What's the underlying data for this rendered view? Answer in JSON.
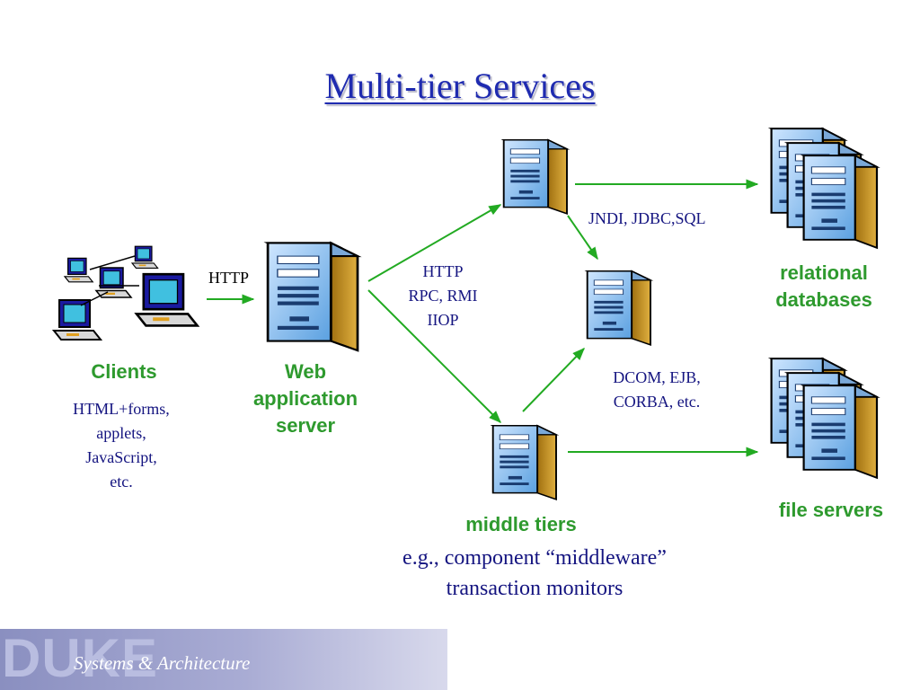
{
  "title": "Multi-tier Services",
  "clients": {
    "label": "Clients",
    "detail": [
      "HTML+forms,",
      "applets,",
      "JavaScript,",
      "etc."
    ]
  },
  "web_server": {
    "label": [
      "Web",
      "application",
      "server"
    ]
  },
  "protocols": {
    "http": "HTTP",
    "middle": [
      "HTTP",
      "RPC, RMI",
      "IIOP"
    ],
    "db": "JNDI, JDBC,SQL",
    "dcom": [
      "DCOM, EJB,",
      "CORBA, etc."
    ]
  },
  "relational_databases": {
    "label": [
      "relational",
      "databases"
    ]
  },
  "file_servers": {
    "label": "file servers"
  },
  "middle_tiers": {
    "label": "middle tiers",
    "detail": [
      "e.g., component “middleware”",
      "transaction monitors"
    ]
  },
  "footer": {
    "logo_text": "DUKE",
    "caption": "Systems & Architecture"
  },
  "colors": {
    "title": "#1f2bb0",
    "label_green": "#2e9a2e",
    "text_blue": "#141480",
    "arrow": "#22aa22"
  }
}
